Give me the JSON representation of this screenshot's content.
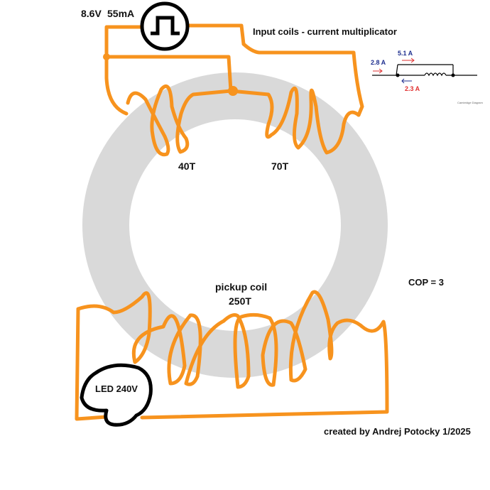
{
  "source": {
    "voltage": "8.6V",
    "current": "55mA"
  },
  "title": "Input coils - current multiplicator",
  "coils": {
    "left": "40T",
    "right": "70T",
    "pickup_label": "pickup coil",
    "pickup_turns": "250T"
  },
  "load": "LED 240V",
  "cop": "COP = 3",
  "credit": "created by Andrej Potocky 1/2025",
  "inset": {
    "in_current": "2.8 A",
    "top_current": "5.1 A",
    "return_current": "2.3 A",
    "footer": "Cambridge Diagram"
  },
  "colors": {
    "wire": "#f7931e",
    "core": "#d9d9d9",
    "outline": "#000000",
    "inset_blue": "#1f2f8f",
    "inset_red": "#e03131"
  }
}
